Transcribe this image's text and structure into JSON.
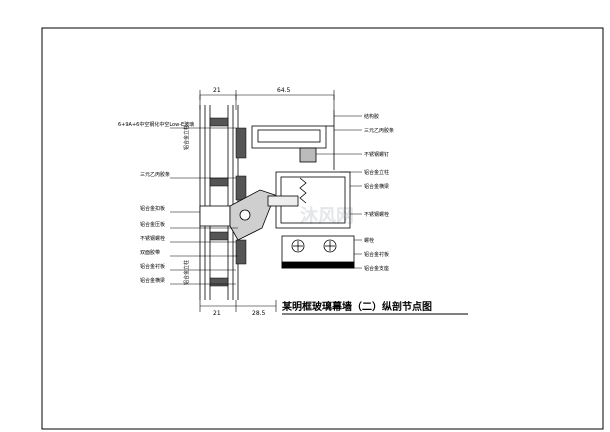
{
  "title": "某明框玻璃幕墙（二）纵剖节点图",
  "dimensions": {
    "top_left": "21",
    "top_right": "64.5",
    "bottom_left": "21",
    "bottom_right": "28.5"
  },
  "left_labels": {
    "glass_spec": "6+9A+6中空钢化中空Low-E玻璃",
    "sealant": "三元乙丙胶条",
    "bolt": "铝合金扣板",
    "l1": "铝合金压板",
    "l2": "不锈钢螺栓",
    "l3": "双面胶带",
    "l4": "铝合金衬板",
    "l5": "铝合金横梁"
  },
  "right_labels": {
    "r1": "结构胶",
    "r2": "三元乙丙胶条",
    "r3": "不锈钢螺钉",
    "r4": "铝合金立柱",
    "r5": "铝合金横梁",
    "r6": "不锈钢螺栓",
    "r7": "螺栓",
    "r8": "铝合金衬板",
    "r9": "铝合金支座"
  },
  "vertical_labels": {
    "left1": "铝合金立柱",
    "left2": "铝合金立柱"
  },
  "watermark": "沐风网"
}
